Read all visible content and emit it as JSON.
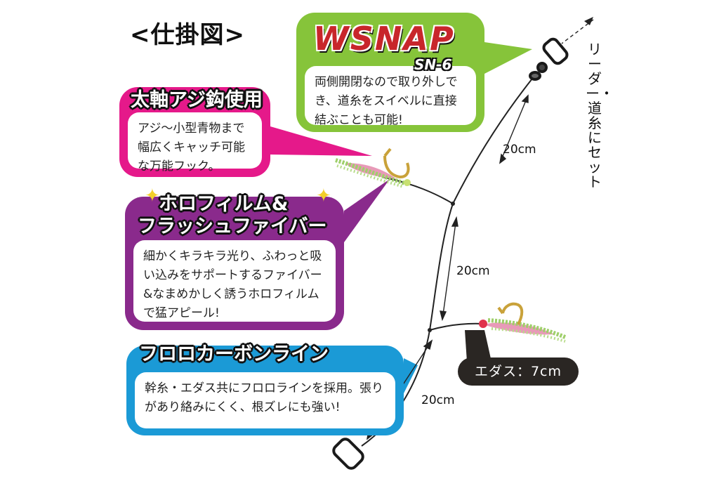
{
  "title": "<仕掛図>",
  "brand": {
    "name": "WSNAP",
    "model": "SN-6"
  },
  "callouts": {
    "snap": {
      "text": "両側開閉なので取り外しでき、道糸をスイベルに直接結ぶことも可能!"
    },
    "hook": {
      "heading": "太軸アジ鈎使用",
      "text": "アジ～小型青物まで幅広くキャッチ可能な万能フック。"
    },
    "film": {
      "heading_line1": "ホロフィルム&",
      "heading_line2": "フラッシュファイバー",
      "text": "細かくキラキラ光り、ふわっと吸い込みをサポートするファイバー&なまめかしく誘うホロフィルムで猛アピール!"
    },
    "line": {
      "heading": "フロロカーボンライン",
      "text": "幹糸・エダス共にフロロラインを採用。張りがあり絡みにくく、根ズレにも強い!"
    }
  },
  "dimensions": {
    "top": "20cm",
    "middle": "20cm",
    "bottom": "20cm",
    "branch": "エダス：7cm"
  },
  "leader_label": "リーダー・道糸にセット",
  "colors": {
    "pink": "#e5198a",
    "purple": "#8a2a8c",
    "blue": "#1b9ad6",
    "green": "#86c43a",
    "dark": "#2a2623",
    "hook": "#c9a23a"
  }
}
